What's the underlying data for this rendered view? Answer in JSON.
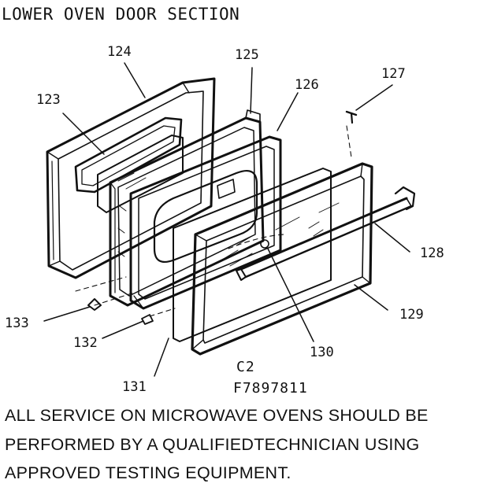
{
  "title": "LOWER OVEN DOOR SECTION",
  "callouts": {
    "p123": "123",
    "p124": "124",
    "p125": "125",
    "p126": "126",
    "p127": "127",
    "p128": "128",
    "p129": "129",
    "p130": "130",
    "p131": "131",
    "p132": "132",
    "p133": "133"
  },
  "drawing_codes": {
    "c2": "C2",
    "f_number": "F7897811"
  },
  "notice": {
    "line1": "ALL SERVICE ON MICROWAVE OVENS SHOULD BE",
    "line2": "PERFORMED BY A QUALIFIEDTECHNICIAN USING",
    "line3": "APPROVED TESTING EQUIPMENT."
  }
}
